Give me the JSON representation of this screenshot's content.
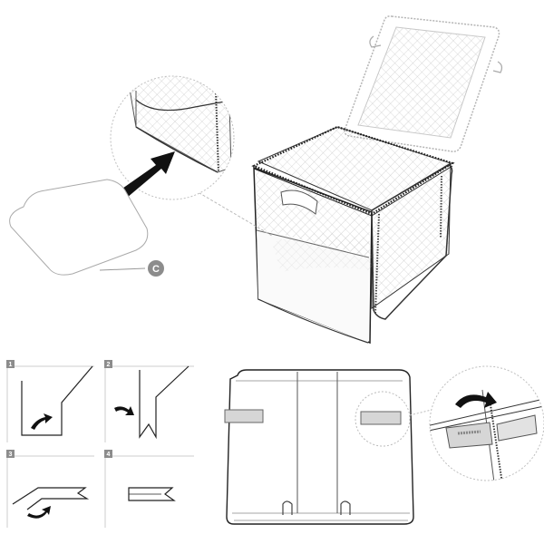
{
  "figure": {
    "part_label": "C",
    "steps": [
      {
        "number": "1"
      },
      {
        "number": "2"
      },
      {
        "number": "3"
      },
      {
        "number": "4"
      }
    ],
    "colors": {
      "line": "#222222",
      "light_line": "#9a9a9a",
      "badge": "#8c8c8c",
      "arrow": "#111111",
      "strap": "#d6d6d6"
    },
    "icons": [
      "insert-arrow-icon",
      "fold-arrow-icon",
      "mesh-pattern"
    ]
  }
}
